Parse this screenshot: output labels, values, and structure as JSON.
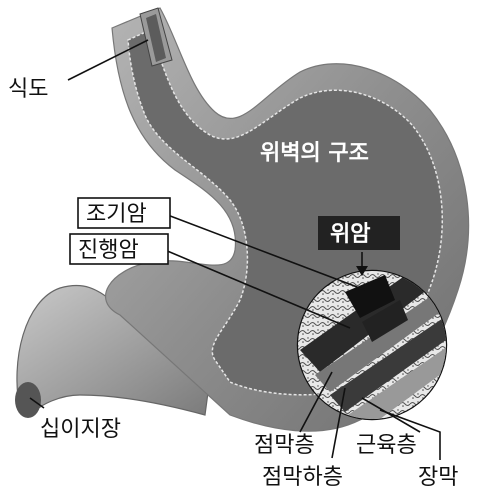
{
  "diagram": {
    "labels": {
      "esophagus": "식도",
      "stomach_wall_structure": "위벽의 구조",
      "early_cancer": "조기암",
      "advanced_cancer": "진행암",
      "gastric_cancer": "위암",
      "duodenum": "십이지장",
      "mucosa": "점막층",
      "submucosa": "점막하층",
      "muscle_layer": "근육층",
      "serosa": "장막"
    },
    "colors": {
      "stomach_body": "#8e8e8e",
      "stomach_inner": "#6b6b6b",
      "stomach_edge": "#cfcfcf",
      "cancer_highlight_bg": "#222222",
      "label_text": "#111111",
      "background": "#ffffff"
    }
  }
}
